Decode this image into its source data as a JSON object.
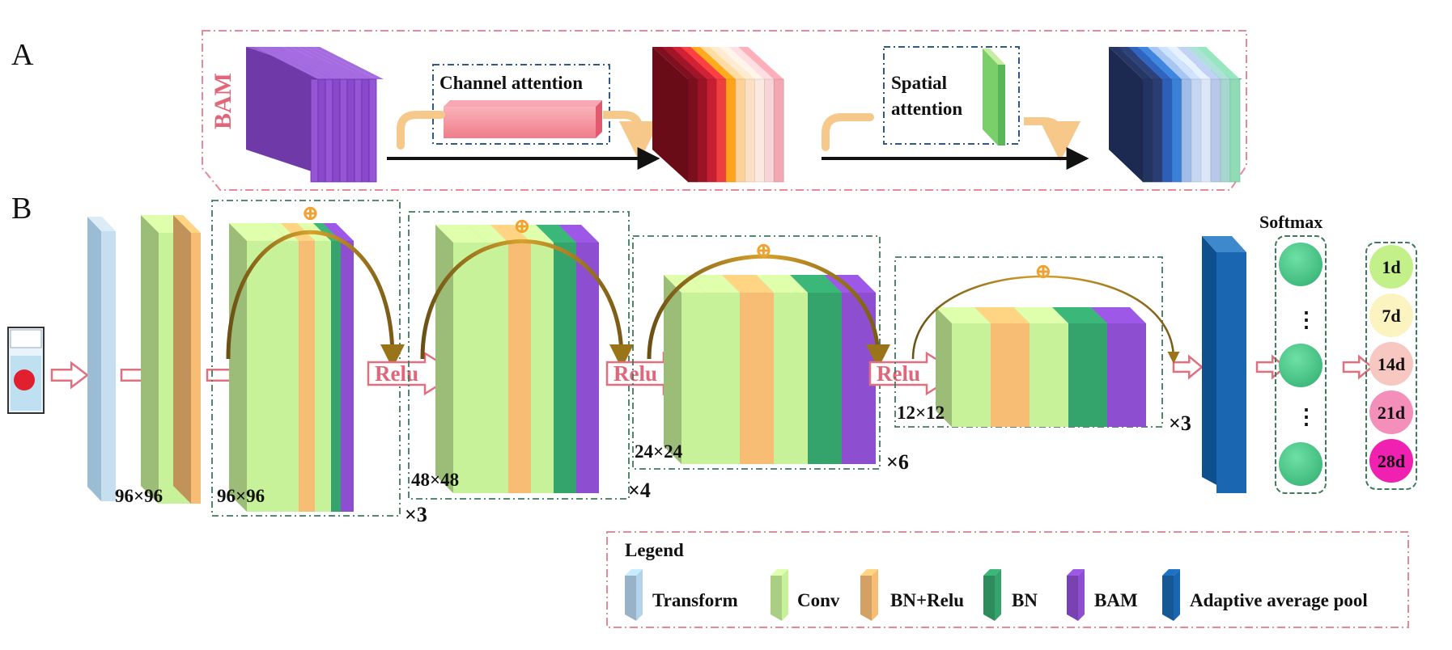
{
  "panel_labels": {
    "a": "A",
    "b": "B"
  },
  "bam": {
    "label": "BAM",
    "channel_attention": "Channel attention",
    "spatial_line1": "Spatial",
    "spatial_line2": "attention"
  },
  "operators": {
    "plus": "⊕",
    "relu": "Relu"
  },
  "sizes": {
    "input": "96×96",
    "stage1": "96×96",
    "stage2": "48×48",
    "stage3": "24×24",
    "stage4": "12×12"
  },
  "repeats": {
    "stage1": "×3",
    "stage2": "×4",
    "stage3": "×6",
    "stage4": "×3"
  },
  "softmax": {
    "title": "Softmax",
    "dots": "⋮"
  },
  "outputs": [
    "1d",
    "7d",
    "14d",
    "21d",
    "28d"
  ],
  "output_colors": [
    "#c4f08a",
    "#fbf4c0",
    "#f7c7c2",
    "#f38fb8",
    "#f020b0"
  ],
  "legend": {
    "title": "Legend",
    "items": [
      "Transform",
      "Conv",
      "BN+Relu",
      "BN",
      "BAM",
      "Adaptive average pool"
    ]
  },
  "colors": {
    "transform": "#b3d3ea",
    "conv": "#c8f29a",
    "bn_relu": "#f7bd74",
    "bn": "#35a46c",
    "bam": "#8d4fcf",
    "pool": "#1a66b0",
    "dashed_red": "#e58a98",
    "dashed_green": "#3f7a5c",
    "arrow_pink": "#e0707e",
    "bam_text": "#e2667a"
  }
}
